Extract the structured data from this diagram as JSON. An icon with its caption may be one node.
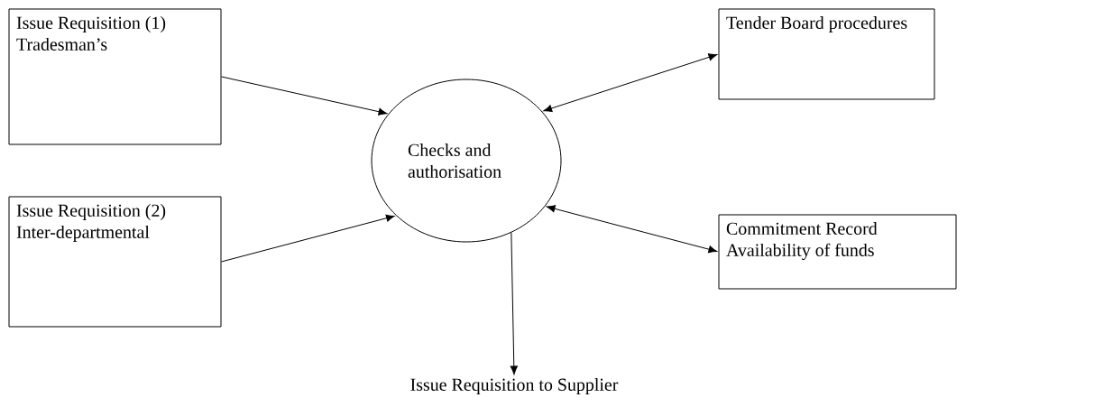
{
  "diagram": {
    "nodes": [
      {
        "text": [
          "Issue Requisition (1) Tradesman’s"
        ]
      },
      {
        "text": [
          "Issue Requisition (2) Inter-departmental"
        ]
      },
      {
        "text": [
          "Checks and authorisation"
        ]
      },
      {
        "text": [
          "Tender Board procedures"
        ]
      },
      {
        "text": [
          "Commitment Record Availability of funds"
        ]
      },
      {
        "text": [
          "Issue Requisition to Supplier"
        ]
      }
    ],
    "edges": [
      {
        "from": 0,
        "to": 2,
        "arrow": "to"
      },
      {
        "from": 1,
        "to": 2,
        "arrow": "to"
      },
      {
        "from": 3,
        "to": 2,
        "arrow": "both"
      },
      {
        "from": 4,
        "to": 2,
        "arrow": "both"
      },
      {
        "from": 2,
        "to": 5,
        "arrow": "to"
      }
    ]
  }
}
